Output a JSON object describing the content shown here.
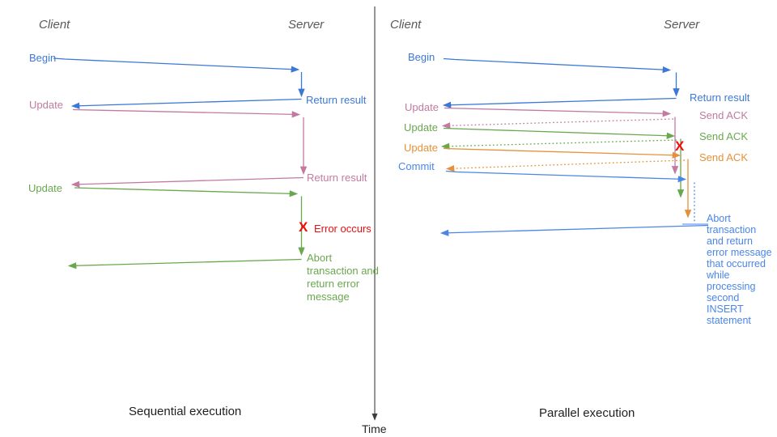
{
  "colors": {
    "blue": "#3c78d8",
    "cornflower_blue": "#4a86e8",
    "light_blue": "#6d9eeb",
    "pink": "#c27ba0",
    "green": "#6aa84f",
    "orange": "#e69138",
    "red": "#ee0d0d",
    "header_gray": "#595959",
    "axis_gray": "#3d3d3d"
  },
  "time_axis": {
    "label": "Time"
  },
  "sequential": {
    "caption": "Sequential execution",
    "client": "Client",
    "server": "Server",
    "begin": "Begin",
    "return_result_1": "Return result",
    "update_1": "Update",
    "return_result_2": "Return result",
    "update_2": "Update",
    "error_marker": "X",
    "error": "Error occurs",
    "abort": "Abort transaction and return error message"
  },
  "parallel": {
    "caption": "Parallel execution",
    "client": "Client",
    "server": "Server",
    "begin": "Begin",
    "return_result": "Return result",
    "update_1": "Update",
    "send_ack_1": "Send ACK",
    "update_2": "Update",
    "send_ack_2": "Send ACK",
    "update_3": "Update",
    "send_ack_3": "Send ACK",
    "commit": "Commit",
    "error_marker": "X",
    "abort": "Abort transaction and return error message that occurred while processing second INSERT statement"
  }
}
